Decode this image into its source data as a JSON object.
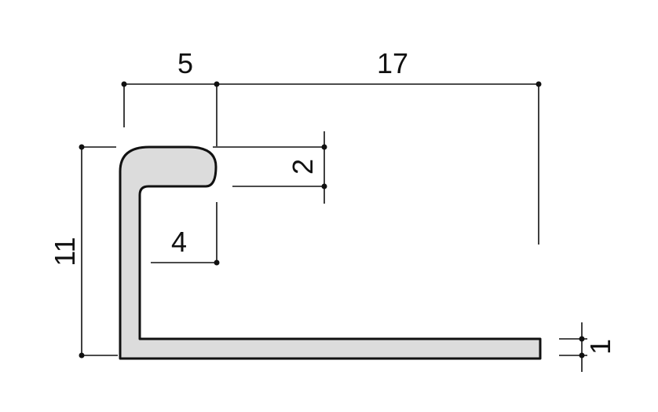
{
  "diagram": {
    "dimensions": {
      "top_left_width": "5",
      "top_right_width": "17",
      "lip_height": "2",
      "inner_depth": "4",
      "total_height": "11",
      "thickness": "1"
    },
    "colors": {
      "profile_fill": "#dcdcdc",
      "line": "#111111"
    }
  }
}
